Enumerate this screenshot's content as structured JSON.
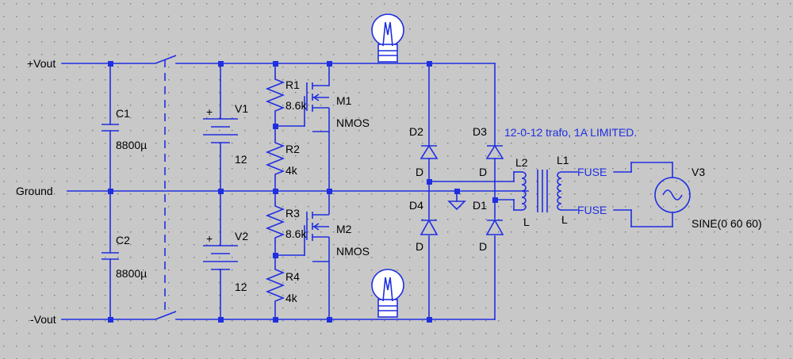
{
  "net_labels": {
    "vout_pos": "+Vout",
    "ground": "Ground",
    "vout_neg": "-Vout"
  },
  "capacitors": [
    {
      "name": "C1",
      "value": "8800µ"
    },
    {
      "name": "C2",
      "value": "8800µ"
    }
  ],
  "batteries": [
    {
      "name": "V1",
      "value": "12",
      "plus": "+"
    },
    {
      "name": "V2",
      "value": "12",
      "plus": "+"
    }
  ],
  "resistors": [
    {
      "name": "R1",
      "value": "8.6k"
    },
    {
      "name": "R2",
      "value": "4k"
    },
    {
      "name": "R3",
      "value": "8.6k"
    },
    {
      "name": "R4",
      "value": "4k"
    }
  ],
  "mosfets": [
    {
      "name": "M1",
      "type": "NMOS"
    },
    {
      "name": "M2",
      "type": "NMOS"
    }
  ],
  "diodes": [
    {
      "name": "D2",
      "model": "D"
    },
    {
      "name": "D3",
      "model": "D"
    },
    {
      "name": "D4",
      "model": "D"
    },
    {
      "name": "D1",
      "model": "D"
    }
  ],
  "inductors": [
    {
      "name": "L2",
      "model": "L"
    },
    {
      "name": "L1",
      "model": "L"
    }
  ],
  "fuses": [
    "FUSE",
    "FUSE"
  ],
  "source": {
    "name": "V3",
    "value": "SINE(0 60 60)"
  },
  "comment": "12-0-12 trafo, 1A LIMITED.",
  "colors": {
    "background": "#c8c8c8",
    "wire": "#1f2fe0",
    "grid_dot": "#7a7a7a"
  }
}
